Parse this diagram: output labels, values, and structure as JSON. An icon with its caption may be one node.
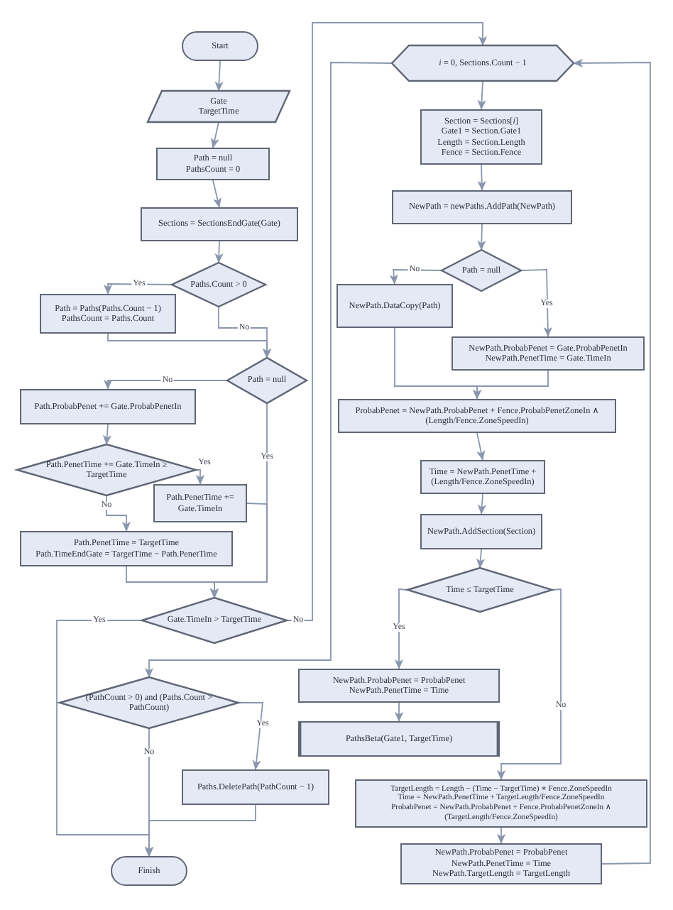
{
  "diagram": {
    "nodes": [
      {
        "text": [
          "Start"
        ]
      },
      {
        "text": [
          "Gate",
          "TargetTime"
        ]
      },
      {
        "text": [
          "Path = null",
          "PathsCount = 0"
        ]
      },
      {
        "text": [
          "Sections = SectionsEndGate(Gate)"
        ]
      },
      {
        "text": [
          "Paths.Count > 0"
        ]
      },
      {
        "text": [
          "Path = Paths(Paths.Count − 1)",
          "PathsCount = Paths.Count"
        ]
      },
      {
        "text": [
          "Path = null"
        ]
      },
      {
        "text": [
          "Path.ProbabPenet += Gate.ProbabPenetIn"
        ]
      },
      {
        "text": [
          "Path.PenetTime += Gate.TimeIn ≥ TargetTime"
        ]
      },
      {
        "text": [
          "Path.PenetTime += Gate.TimeIn"
        ]
      },
      {
        "text": [
          "Path.PenetTime = TargetTime",
          "Path.TimeEndGate = TargetTime − Path.PenetTime"
        ]
      },
      {
        "text": [
          "Gate.TimeIn > TargetTime"
        ]
      },
      {
        "text": [
          "(PathCount > 0) and (Paths.Count > PathCount)"
        ]
      },
      {
        "text": [
          "Paths.DeletePath(PathCount − 1)"
        ]
      },
      {
        "text": [
          "Finish"
        ]
      },
      {
        "text": [
          "*i* = 0, Sections.Count − 1"
        ]
      },
      {
        "text": [
          "Section = Sections[*i*]",
          "Gate1 = Section.Gate1",
          "Length = Section.Length",
          "Fence = Section.Fence"
        ]
      },
      {
        "text": [
          "NewPath = newPaths.AddPath(NewPath)"
        ]
      },
      {
        "text": [
          "Path = null"
        ]
      },
      {
        "text": [
          "NewPath.DataCopy(Path)"
        ]
      },
      {
        "text": [
          "NewPath.ProbabPenet = Gate.ProbabPenetIn",
          "NewPath.PenetTime = Gate.TimeIn"
        ]
      },
      {
        "text": [
          "ProbabPenet = NewPath.ProbabPenet + Fence.ProbabPenetZoneIn ∧ (Length/Fence.ZoneSpeedIn)"
        ]
      },
      {
        "text": [
          "Time = NewPath.PenetTime + (Length/Fence.ZoneSpeedIn)"
        ]
      },
      {
        "text": [
          "NewPath.AddSection(Section)"
        ]
      },
      {
        "text": [
          "Time ≤ TargetTime"
        ]
      },
      {
        "text": [
          "NewPath.ProbabPenet = ProbabPenet",
          "NewPath.PenetTime = Time"
        ]
      },
      {
        "text": [
          "PathsBeta(Gate1, TargetTime)"
        ]
      },
      {
        "text": [
          "TargetLength = Length − (Time − TargetTime) ∗ Fence.ZoneSpeedIn",
          "Time = NewPath.PenetTime + TargetLength/Fence.ZoneSpeedIn",
          "ProbabPenet = NewPath.ProbabPenet + Fence.ProbabPenetZoneIn ∧ (TargetLength/Fence.ZoneSpeedIn)"
        ]
      },
      {
        "text": [
          "NewPath.ProbabPenet = ProbabPenet",
          "NewPath.PenetTime = Time",
          "NewPath.TargetLength = TargetLength"
        ]
      }
    ],
    "edges": [
      {
        "from": 0,
        "to": 1,
        "arrow": "to"
      },
      {
        "from": 1,
        "to": 2,
        "arrow": "to"
      },
      {
        "from": 2,
        "to": 3,
        "arrow": "to"
      },
      {
        "from": 3,
        "to": 4,
        "arrow": "to"
      },
      {
        "from": 4,
        "to": 5,
        "arrow": "to",
        "label": "Yes"
      },
      {
        "from": 4,
        "to": 6,
        "arrow": "to",
        "label": "No"
      },
      {
        "from": 5,
        "to": 6,
        "arrow": "to"
      },
      {
        "from": 6,
        "to": 7,
        "arrow": "to",
        "label": "No"
      },
      {
        "from": 6,
        "to": 11,
        "arrow": "to",
        "label": "Yes"
      },
      {
        "from": 7,
        "to": 8,
        "arrow": "to"
      },
      {
        "from": 8,
        "to": 9,
        "arrow": "to",
        "label": "Yes"
      },
      {
        "from": 8,
        "to": 10,
        "arrow": "to",
        "label": "No"
      },
      {
        "from": 9,
        "to": 11,
        "arrow": "to"
      },
      {
        "from": 10,
        "to": 11,
        "arrow": "to"
      },
      {
        "from": 11,
        "to": 14,
        "arrow": "to",
        "label": "Yes"
      },
      {
        "from": 11,
        "to": 15,
        "arrow": "to",
        "label": "No"
      },
      {
        "from": 15,
        "to": 16,
        "arrow": "to"
      },
      {
        "from": 15,
        "to": 12,
        "arrow": "to"
      },
      {
        "from": 16,
        "to": 17,
        "arrow": "to"
      },
      {
        "from": 17,
        "to": 18,
        "arrow": "to"
      },
      {
        "from": 18,
        "to": 19,
        "arrow": "to",
        "label": "No"
      },
      {
        "from": 18,
        "to": 20,
        "arrow": "to",
        "label": "Yes"
      },
      {
        "from": 19,
        "to": 21,
        "arrow": "to"
      },
      {
        "from": 20,
        "to": 21,
        "arrow": "to"
      },
      {
        "from": 21,
        "to": 22,
        "arrow": "to"
      },
      {
        "from": 22,
        "to": 23,
        "arrow": "to"
      },
      {
        "from": 23,
        "to": 24,
        "arrow": "to"
      },
      {
        "from": 24,
        "to": 25,
        "arrow": "to",
        "label": "Yes"
      },
      {
        "from": 24,
        "to": 27,
        "arrow": "to",
        "label": "No"
      },
      {
        "from": 25,
        "to": 26,
        "arrow": "to"
      },
      {
        "from": 27,
        "to": 28,
        "arrow": "to"
      },
      {
        "from": 28,
        "to": 15,
        "arrow": "to"
      },
      {
        "from": 12,
        "to": 13,
        "arrow": "to",
        "label": "Yes"
      },
      {
        "from": 12,
        "to": 14,
        "arrow": "to",
        "label": "No"
      },
      {
        "from": 13,
        "to": 14,
        "arrow": "to"
      }
    ]
  }
}
